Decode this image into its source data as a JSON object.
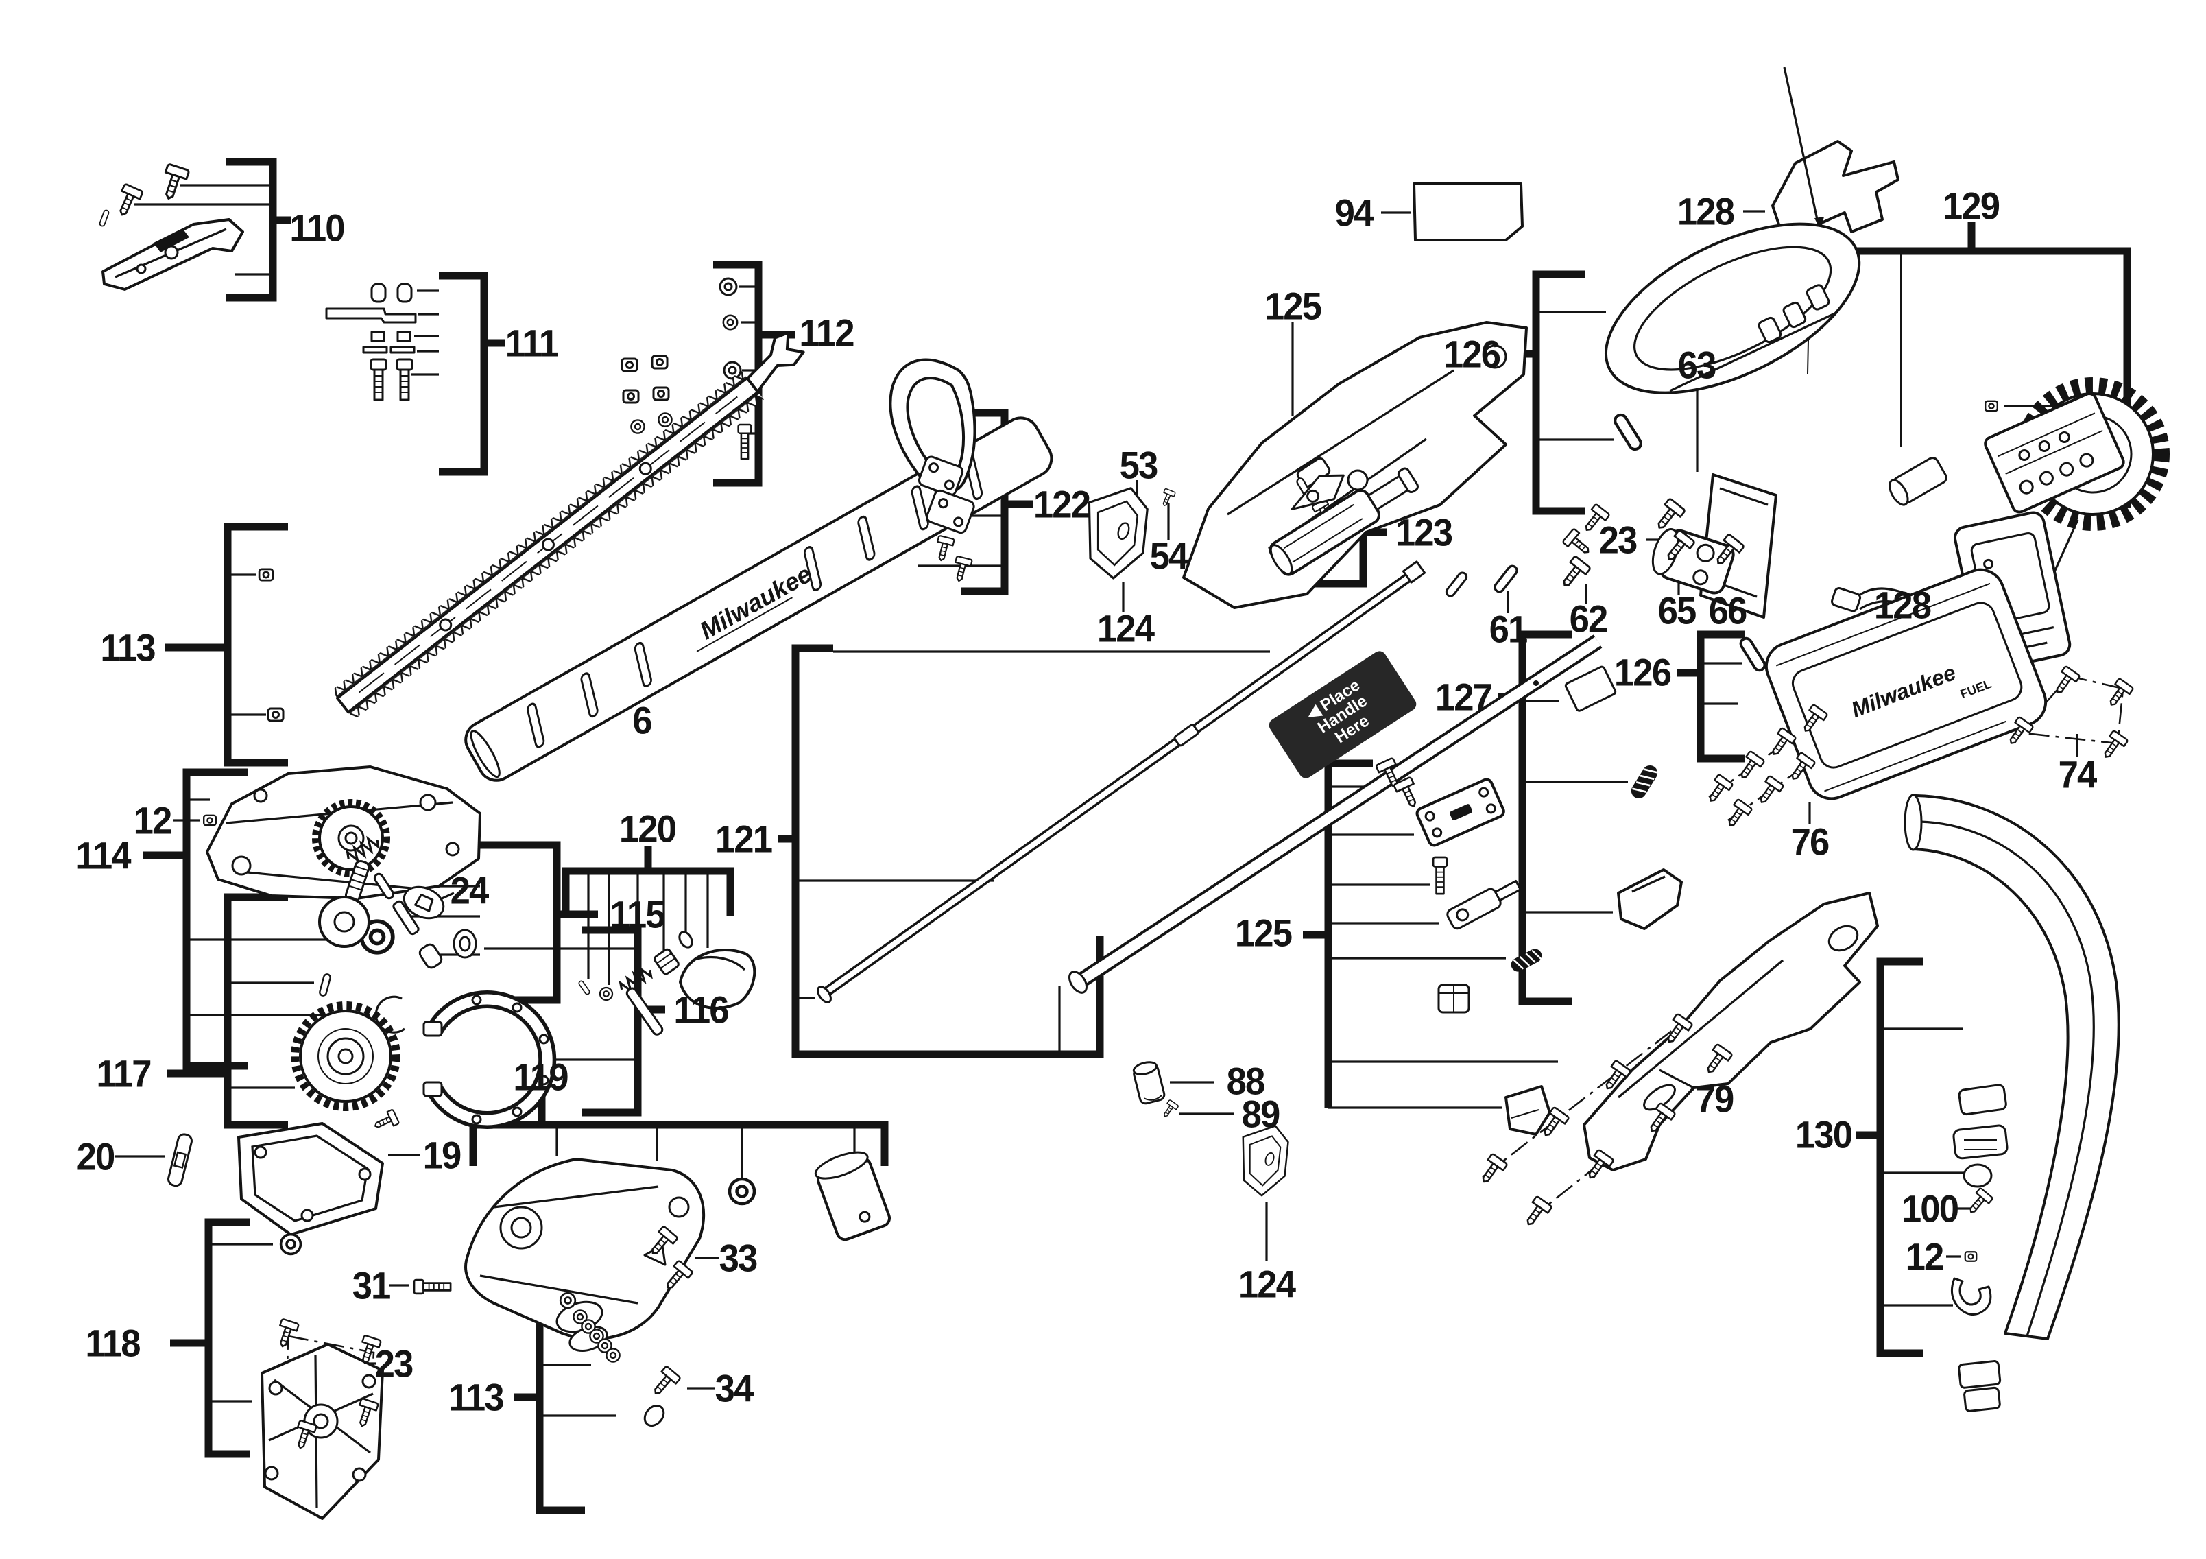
{
  "diagram": {
    "kind": "exploded-parts-diagram",
    "style": "monochrome line art",
    "background_color": "#ffffff",
    "line_color": "#141414"
  },
  "brand": {
    "logo": "Milwaukee",
    "fuel": "FUEL"
  },
  "sticker": {
    "arrow": "◀",
    "line1": "Place",
    "line2": "Handle",
    "line3": "Here"
  },
  "part_labels": {
    "l110": "110",
    "l111": "111",
    "l112": "112",
    "l113u": "113",
    "l12u": "12",
    "l114": "114",
    "l24": "24",
    "l115": "115",
    "l6": "6",
    "l117": "117",
    "l116": "116",
    "l120": "120",
    "l119": "119",
    "l20": "20",
    "l19": "19",
    "l118": "118",
    "l31": "31",
    "l33": "33",
    "l34": "34",
    "l23bl": "23",
    "l113b": "113",
    "l121": "121",
    "l122": "122",
    "l53": "53",
    "l54": "54",
    "l124t": "124",
    "l125t": "125",
    "l123": "123",
    "l94": "94",
    "l128t": "128",
    "l129": "129",
    "l126t": "126",
    "l63": "63",
    "l23r": "23",
    "l61": "61",
    "l62": "62",
    "l65": "65",
    "l66": "66",
    "l128r": "128",
    "l126m": "126",
    "l127": "127",
    "l74": "74",
    "l76": "76",
    "l125b": "125",
    "l79": "79",
    "l88": "88",
    "l89": "89",
    "l124b": "124",
    "l130": "130",
    "l100": "100",
    "l12b": "12"
  }
}
